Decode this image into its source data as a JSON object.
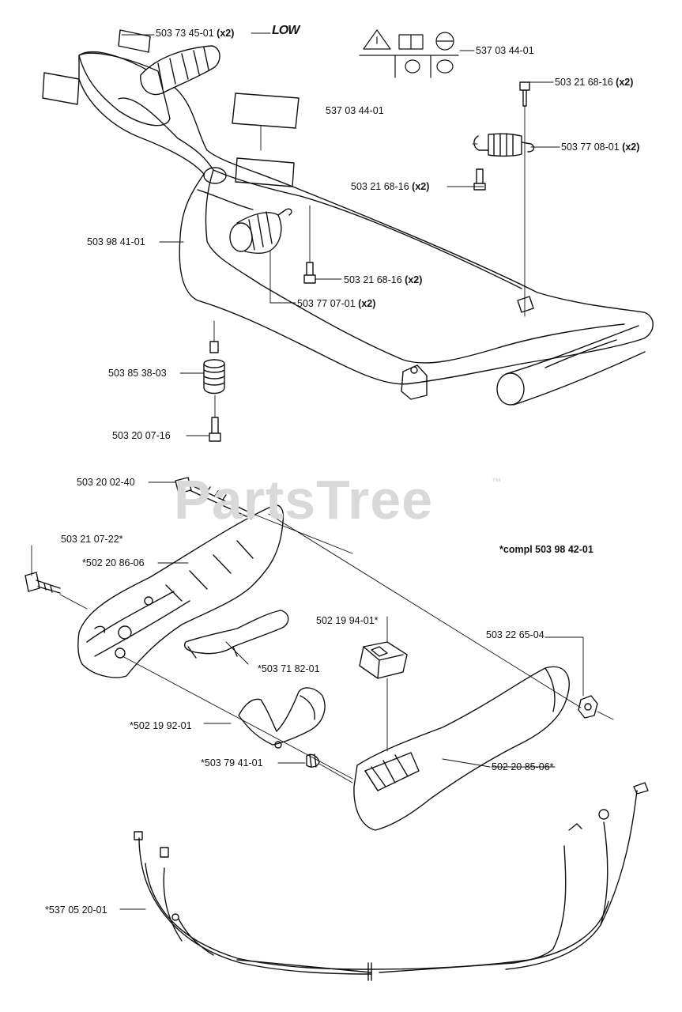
{
  "watermark": "PartsTree",
  "trademark": "™",
  "noise_logo": "LOW",
  "labels": {
    "p_537_01": {
      "part": "503 73 45-01",
      "qty": "(x2)"
    },
    "p_symbols": {
      "part": "537 03 44-01"
    },
    "p_decal": {
      "part": "537 03 44-01"
    },
    "p_screw_top": {
      "part": "503 21 68-16",
      "qty": "(x2)"
    },
    "p_spring_right": {
      "part": "503 77 08-01",
      "qty": "(x2)"
    },
    "p_screw_mid": {
      "part": "503 21 68-16",
      "qty": "(x2)"
    },
    "p_handle": {
      "part": "503 98 41-01"
    },
    "p_screw_low": {
      "part": "503 21 68-16",
      "qty": "(x2)"
    },
    "p_spring_left": {
      "part": "503 77 07-01",
      "qty": "(x2)"
    },
    "p_damper": {
      "part": "503 85 38-03"
    },
    "p_bolt_bottom": {
      "part": "503 20 07-16"
    },
    "p_long_bolt": {
      "part": "503 20 02-40"
    },
    "p_screw_side": {
      "part": "503 21 07-22*"
    },
    "p_bracket": {
      "part": "*502 20 86-06"
    },
    "p_compl": {
      "part": "*compl 503 98 42-01"
    },
    "p_switch": {
      "part": "502 19 94-01*"
    },
    "p_nut": {
      "part": "503 22 65-04"
    },
    "p_lever": {
      "part": "*503 71 82-01"
    },
    "p_trigger": {
      "part": "*502 19 92-01"
    },
    "p_spring_small": {
      "part": "*503 79 41-01"
    },
    "p_grip": {
      "part": "502 20 85-06*"
    },
    "p_cable": {
      "part": "*537 05 20-01"
    }
  }
}
